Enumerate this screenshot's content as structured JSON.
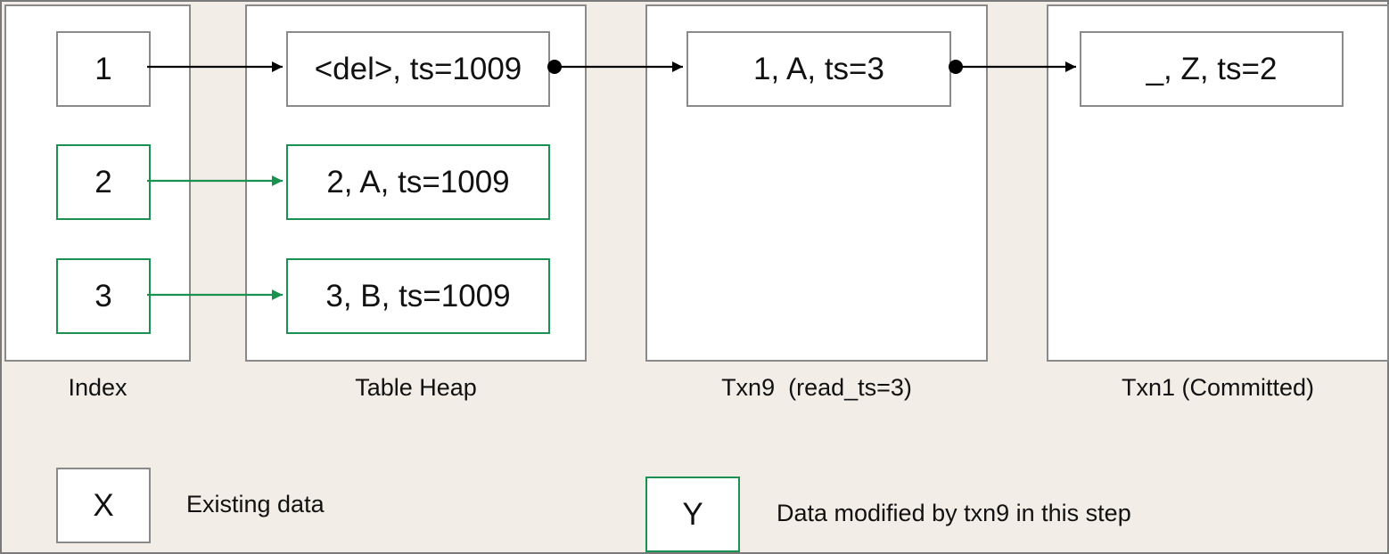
{
  "colors": {
    "background": "#f2ede7",
    "existing_border": "#8a8a8a",
    "modified_border": "#1a9150",
    "arrow_black": "#000000",
    "arrow_green": "#1a9150"
  },
  "panels": {
    "index": {
      "label": "Index"
    },
    "table_heap": {
      "label": "Table Heap"
    },
    "txn9": {
      "label": "Txn9  (read_ts=3)"
    },
    "txn1": {
      "label": "Txn1 (Committed)"
    }
  },
  "index_entries": [
    "1",
    "2",
    "3"
  ],
  "heap_tuples": [
    "<del>, ts=1009",
    "2, A, ts=1009",
    "3, B, ts=1009"
  ],
  "txn9_undo": [
    "1, A, ts=3"
  ],
  "txn1_undo": [
    "_, Z, ts=2"
  ],
  "legend": {
    "existing_symbol": "X",
    "existing_text": "Existing data",
    "modified_symbol": "Y",
    "modified_text": "Data modified by txn9 in this step"
  }
}
